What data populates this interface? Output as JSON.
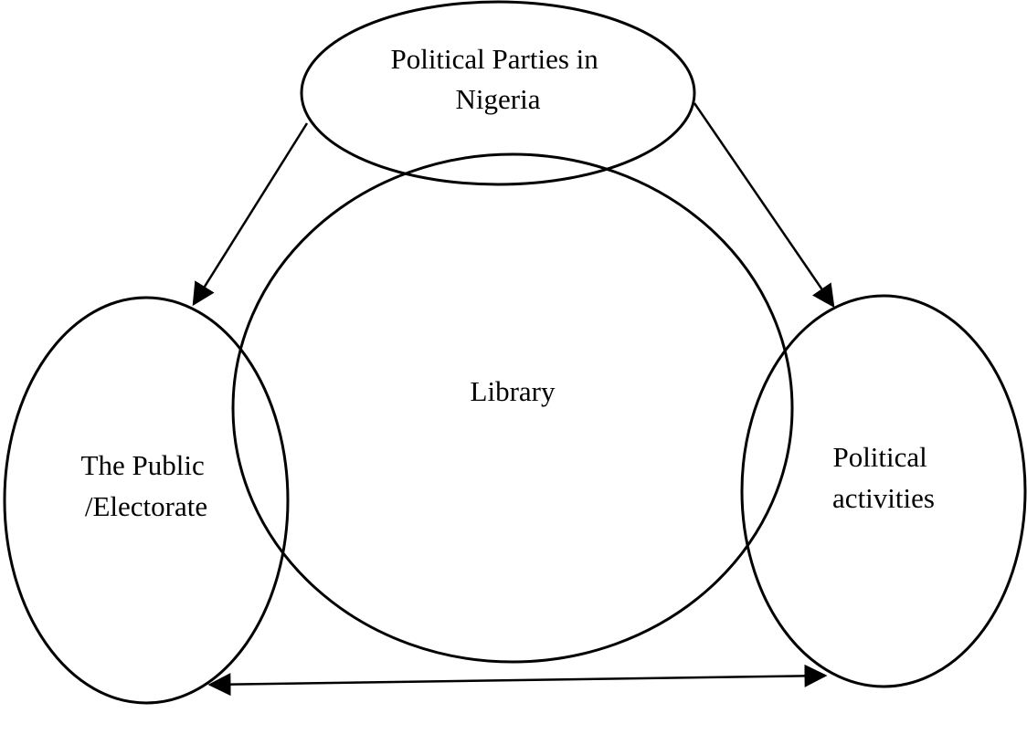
{
  "nodes": {
    "parties": {
      "lines": [
        "Political Parties in",
        "Nigeria"
      ]
    },
    "library": {
      "lines": [
        "Library"
      ]
    },
    "public": {
      "lines": [
        "The Public",
        "/Electorate"
      ]
    },
    "activities": {
      "lines": [
        "Political",
        "activities"
      ]
    }
  },
  "colors": {
    "stroke": "#000000",
    "background": "#ffffff"
  }
}
